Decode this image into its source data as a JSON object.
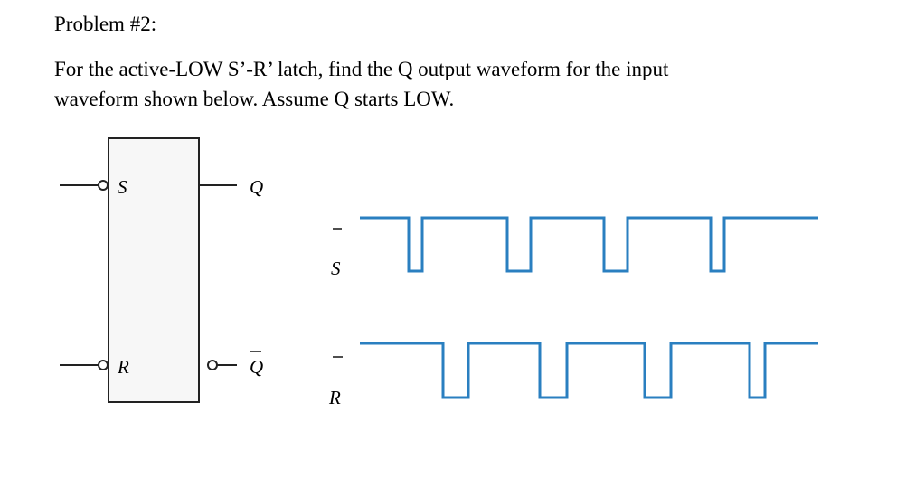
{
  "problem": {
    "title": "Problem #2:",
    "line1": "For the active-LOW S’-R’ latch, find the Q output waveform for the input",
    "line2": "waveform shown below. Assume Q starts LOW."
  },
  "latch": {
    "input_s": "S",
    "input_r": "R",
    "output_q": "Q",
    "output_qbar": "Q"
  },
  "waveforms": {
    "colors": {
      "signal": "#2a7fc0"
    },
    "s_bar": {
      "label": "S",
      "levels": [
        1,
        0,
        1,
        0,
        1,
        0,
        1,
        0,
        1
      ]
    },
    "r_bar": {
      "label": "R",
      "levels": [
        1,
        0,
        1,
        0,
        1,
        0,
        1,
        0,
        1
      ]
    }
  }
}
